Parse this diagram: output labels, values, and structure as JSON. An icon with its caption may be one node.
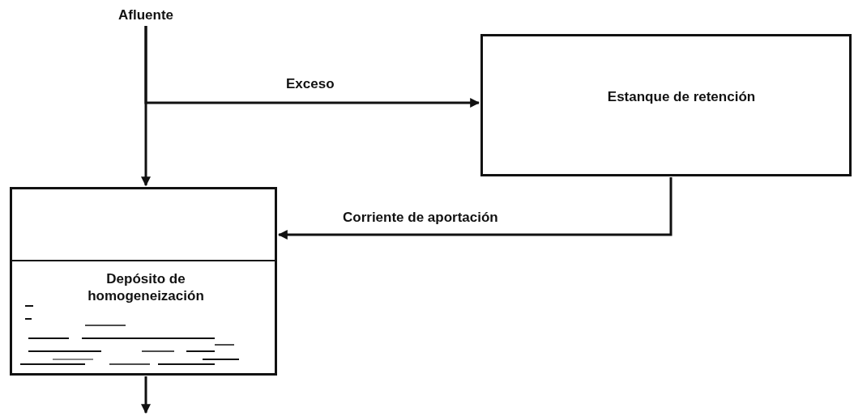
{
  "diagram": {
    "nodes": [
      {
        "text": [
          "Afluente"
        ]
      },
      {
        "text": [
          "Estanque de retención"
        ]
      },
      {
        "text": [
          "Depósito de homogeneización"
        ]
      }
    ],
    "edges": [
      {
        "from": 0,
        "to": 2,
        "arrow": "to"
      },
      {
        "from": 0,
        "to": 1,
        "arrow": "to",
        "label": "Exceso"
      },
      {
        "from": 1,
        "to": 2,
        "arrow": "to",
        "label": "Corriente de aportación"
      },
      {
        "from": 2,
        "to": null,
        "arrow": "to"
      }
    ]
  }
}
